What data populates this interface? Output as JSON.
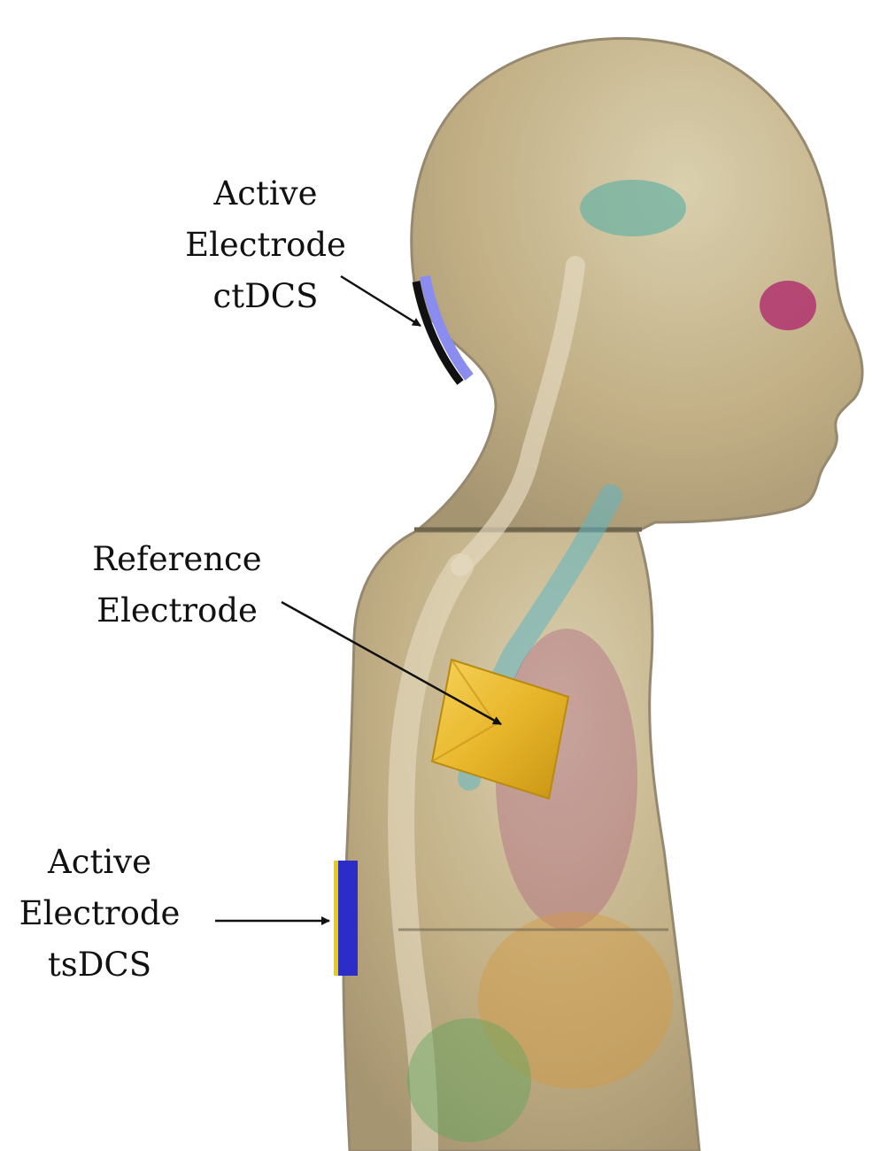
{
  "labels": {
    "ctdcs": [
      "Active",
      "Electrode",
      "ctDCS"
    ],
    "reference": [
      "Reference",
      "Electrode"
    ],
    "tsdcs": [
      "Active",
      "Electrode",
      "tsDCS"
    ]
  },
  "colors": {
    "skin": "#b9a67a",
    "skin_outline": "#8f8064",
    "active_electrode": "#8a8cf0",
    "active_electrode_dark": "#2c2cc8",
    "reference_electrode": "#e8b92a",
    "arrow": "#111111"
  }
}
